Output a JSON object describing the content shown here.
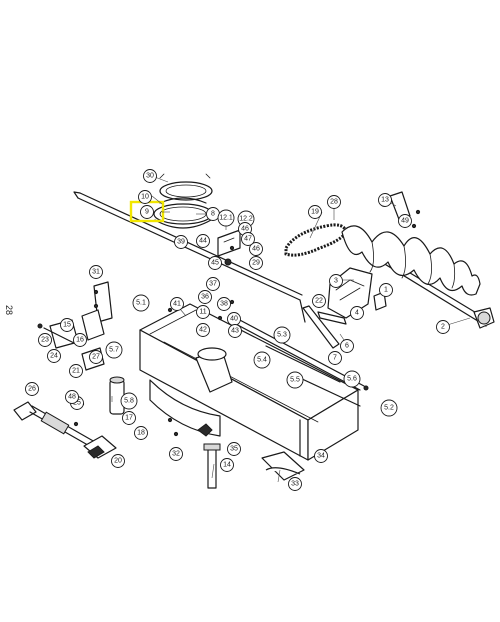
{
  "page": {
    "number": "28",
    "highlight_color": "#f2e600",
    "highlighted_callout": "9"
  },
  "callouts": [
    {
      "id": "30",
      "label": "30"
    },
    {
      "id": "10",
      "label": "10"
    },
    {
      "id": "9",
      "label": "9"
    },
    {
      "id": "8",
      "label": "8"
    },
    {
      "id": "12_2",
      "label": "12.2"
    },
    {
      "id": "12_1",
      "label": "12.1"
    },
    {
      "id": "39",
      "label": "39"
    },
    {
      "id": "44a",
      "label": "44"
    },
    {
      "id": "46a",
      "label": "46"
    },
    {
      "id": "45a",
      "label": "45"
    },
    {
      "id": "29a",
      "label": "29"
    },
    {
      "id": "46b",
      "label": "46"
    },
    {
      "id": "47a",
      "label": "47"
    },
    {
      "id": "13",
      "label": "13"
    },
    {
      "id": "28",
      "label": "28"
    },
    {
      "id": "19",
      "label": "19"
    },
    {
      "id": "49",
      "label": "49"
    },
    {
      "id": "1",
      "label": "1"
    },
    {
      "id": "2",
      "label": "2"
    },
    {
      "id": "3",
      "label": "3"
    },
    {
      "id": "4",
      "label": "4"
    },
    {
      "id": "6",
      "label": "6"
    },
    {
      "id": "7",
      "label": "7"
    },
    {
      "id": "22",
      "label": "22"
    },
    {
      "id": "37",
      "label": "37"
    },
    {
      "id": "36",
      "label": "36"
    },
    {
      "id": "38a",
      "label": "38"
    },
    {
      "id": "11",
      "label": "11"
    },
    {
      "id": "5_1",
      "label": "5.1"
    },
    {
      "id": "5_2",
      "label": "5.2"
    },
    {
      "id": "5_3",
      "label": "5.3"
    },
    {
      "id": "5_4",
      "label": "5.4"
    },
    {
      "id": "5_5",
      "label": "5.5"
    },
    {
      "id": "5_6",
      "label": "5.6"
    },
    {
      "id": "5_7",
      "label": "5.7"
    },
    {
      "id": "5_8",
      "label": "5.8"
    },
    {
      "id": "31",
      "label": "31"
    },
    {
      "id": "15",
      "label": "15"
    },
    {
      "id": "16",
      "label": "16"
    },
    {
      "id": "17",
      "label": "17"
    },
    {
      "id": "18",
      "label": "18"
    },
    {
      "id": "20",
      "label": "20"
    },
    {
      "id": "21",
      "label": "21"
    },
    {
      "id": "23",
      "label": "23"
    },
    {
      "id": "24",
      "label": "24"
    },
    {
      "id": "25",
      "label": "25"
    },
    {
      "id": "26",
      "label": "26"
    },
    {
      "id": "27",
      "label": "27"
    },
    {
      "id": "14",
      "label": "14"
    },
    {
      "id": "32",
      "label": "32"
    },
    {
      "id": "33",
      "label": "33"
    },
    {
      "id": "34",
      "label": "34"
    },
    {
      "id": "35",
      "label": "35"
    },
    {
      "id": "40",
      "label": "40"
    },
    {
      "id": "41",
      "label": "41"
    },
    {
      "id": "42",
      "label": "42"
    },
    {
      "id": "43",
      "label": "43"
    },
    {
      "id": "48",
      "label": "48"
    }
  ]
}
